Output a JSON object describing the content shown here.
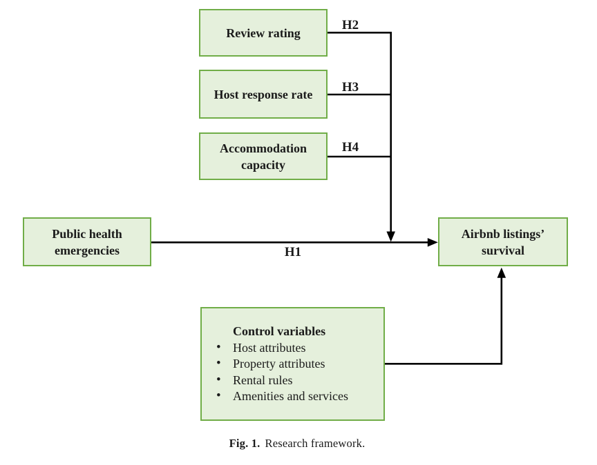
{
  "figure": {
    "nodes": {
      "review": {
        "label": "Review rating"
      },
      "host_response": {
        "label": "Host response rate"
      },
      "accommodation": {
        "label": "Accommodation capacity"
      },
      "public_health": {
        "label": "Public health emergencies"
      },
      "airbnb_survival": {
        "label": "Airbnb listings’ survival"
      },
      "control": {
        "title": "Control variables",
        "items": [
          "Host attributes",
          "Property attributes",
          "Rental rules",
          "Amenities and services"
        ]
      }
    },
    "hypotheses": {
      "h1": "H1",
      "h2": "H2",
      "h3": "H3",
      "h4": "H4"
    },
    "caption": {
      "label": "Fig. 1.",
      "text": "Research framework."
    },
    "colors": {
      "box_fill": "#e5f0dc",
      "box_border": "#70ad47",
      "line": "#000000"
    }
  }
}
